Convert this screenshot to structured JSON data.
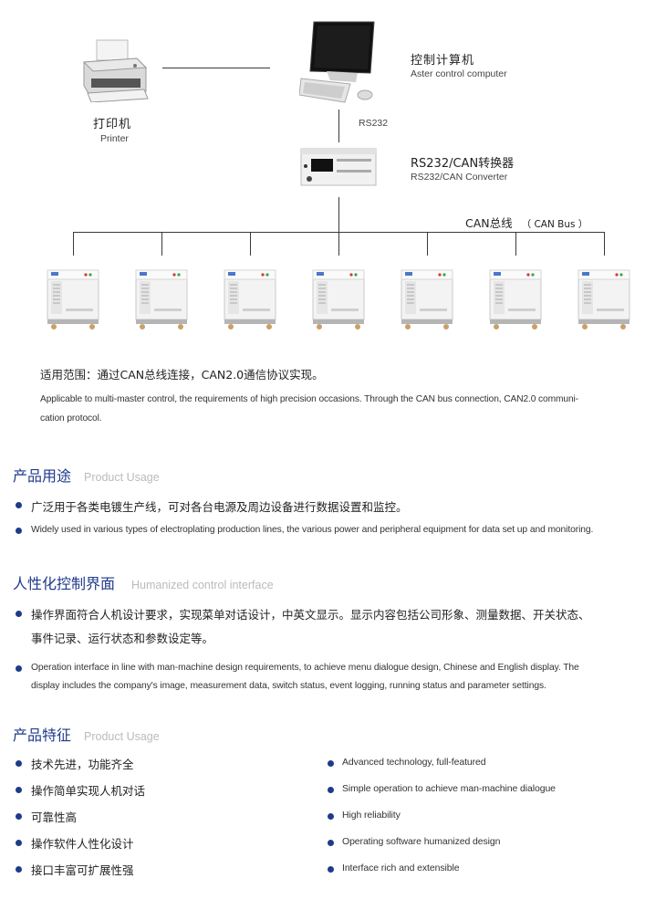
{
  "diagram": {
    "printer": {
      "cn": "打印机",
      "en": "Printer"
    },
    "computer": {
      "cn": "控制计算机",
      "en": "Aster control computer"
    },
    "rs232_label": "RS232",
    "converter": {
      "cn": "RS232/CAN转换器",
      "en": "RS232/CAN Converter"
    },
    "can_bus": {
      "cn": "CAN总线",
      "en": "（ CAN Bus ）"
    },
    "cabinet_count": 7
  },
  "scope": {
    "cn": "适用范围：通过CAN总线连接，CAN2.0通信协议实现。",
    "en_line1": "Applicable to multi-master control, the requirements of high precision occasions. Through the CAN bus connection, CAN2.0 communi-",
    "en_line2": "cation protocol."
  },
  "usage": {
    "title": "产品用途",
    "subtitle": "Product Usage",
    "cn": "广泛用于各类电镀生产线，可对各台电源及周边设备进行数据设置和监控。",
    "en": "Widely used in various types of electroplating production lines, the various power and peripheral equipment for data set up and monitoring."
  },
  "interface": {
    "title": "人性化控制界面",
    "subtitle": "Humanized control interface",
    "cn_line1": "操作界面符合人机设计要求，实现菜单对话设计，中英文显示。显示内容包括公司形象、测量数据、开关状态、",
    "cn_line2": "事件记录、运行状态和参数设定等。",
    "en_line1": "Operation interface in line with man-machine design requirements, to achieve menu dialogue design, Chinese and English display. The",
    "en_line2": "display includes the company's image, measurement data, switch status, event logging, running status and parameter settings."
  },
  "features": {
    "title": "产品特征",
    "subtitle": "Product Usage",
    "cn": [
      "技术先进，功能齐全",
      "操作简单实现人机对话",
      "可靠性高",
      "操作软件人性化设计",
      "接口丰富可扩展性强"
    ],
    "en": [
      "Advanced technology, full-featured",
      "Simple operation to achieve man-machine dialogue",
      "High reliability",
      "Operating software humanized design",
      "Interface rich and extensible"
    ]
  },
  "colors": {
    "accent": "#1f3a8a",
    "line": "#3a3a3a",
    "subtitle_gray": "#bbbbbb"
  }
}
